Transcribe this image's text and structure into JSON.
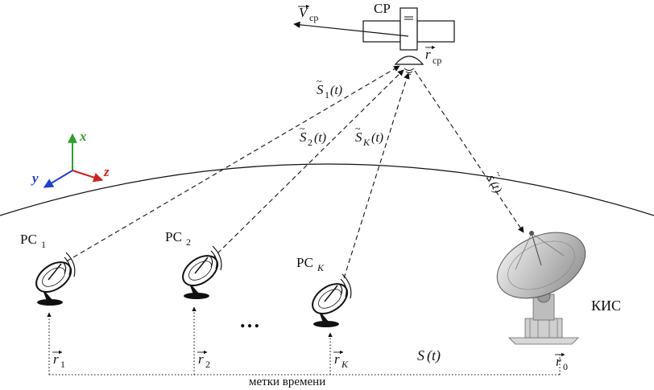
{
  "satellite": {
    "label": "СР",
    "velocity": {
      "symbol": "V",
      "sub": "ср"
    },
    "position": {
      "symbol": "r",
      "sub": "ср"
    }
  },
  "signals": {
    "s1": {
      "symbol": "S",
      "sub": "1",
      "arg": "(t)"
    },
    "s2": {
      "symbol": "S",
      "sub": "2",
      "arg": "(t)"
    },
    "sk": {
      "symbol": "S",
      "sub": "K",
      "arg": "(t)"
    },
    "kis": {
      "symbol": "s",
      "arg": "(t)"
    },
    "ground": {
      "symbol": "S",
      "arg": "(t)"
    }
  },
  "axes": {
    "x": "x",
    "y": "y",
    "z": "z"
  },
  "stations": [
    {
      "name": "РС",
      "sub": "1",
      "vec": "r",
      "vec_sub": "1"
    },
    {
      "name": "РС",
      "sub": "2",
      "vec": "r",
      "vec_sub": "2"
    },
    {
      "name": "РС",
      "sub": "K",
      "vec": "r",
      "vec_sub": "K"
    }
  ],
  "ellipsis": "…",
  "kis": {
    "label": "КИС",
    "vec": "r",
    "vec_sub": "0"
  },
  "timeline_label": "метки времени",
  "colors": {
    "axis_x": "#2e9e2e",
    "axis_y": "#1f3fd0",
    "axis_z": "#d02020",
    "ink": "#111111"
  }
}
